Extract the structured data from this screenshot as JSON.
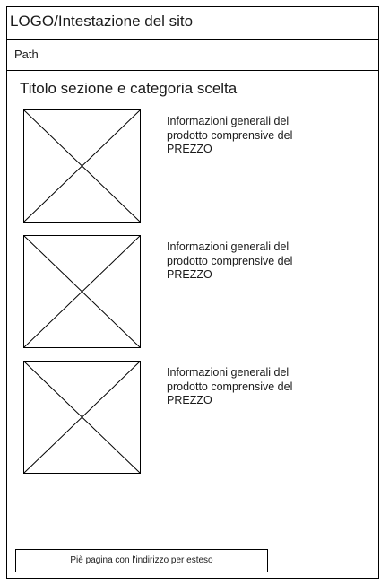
{
  "header": {
    "title": "LOGO/Intestazione del sito"
  },
  "breadcrumb": {
    "label": "Path"
  },
  "section": {
    "title": "Titolo sezione e categoria scelta"
  },
  "products": [
    {
      "info": "Informazioni generali del\nprodotto comprensive del\nPREZZO"
    },
    {
      "info": "Informazioni generali del\nprodotto comprensive del\nPREZZO"
    },
    {
      "info": "Informazioni generali del\nprodotto comprensive del\nPREZZO"
    }
  ],
  "footer": {
    "text": "Piè pagina con l'indirizzo per esteso"
  }
}
